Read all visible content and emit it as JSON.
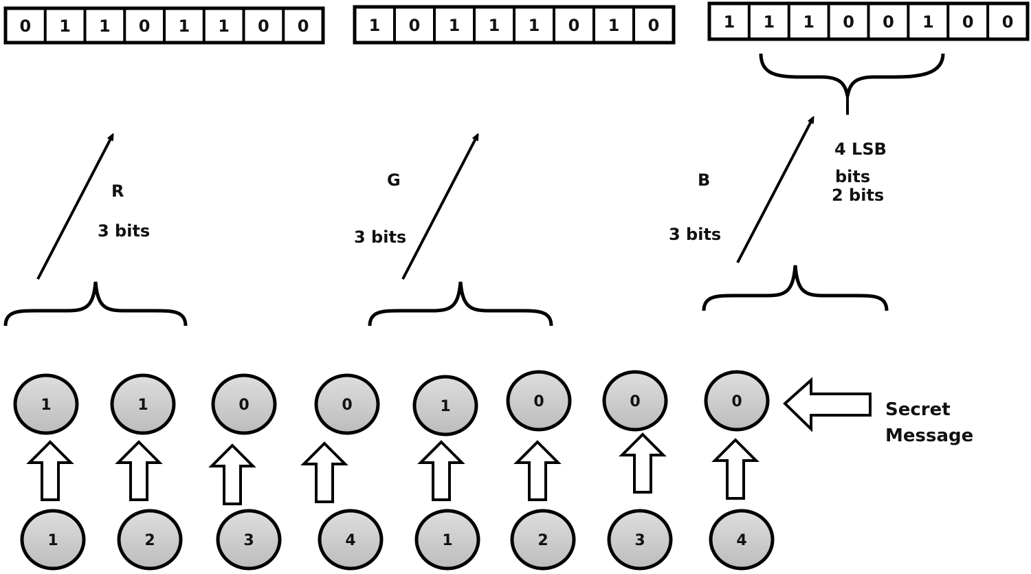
{
  "channels": [
    {
      "name": "R",
      "bits_label": "3 bits",
      "byte": [
        "0",
        "1",
        "1",
        "0",
        "1",
        "1",
        "0",
        "0"
      ]
    },
    {
      "name": "G",
      "bits_label": "3 bits",
      "byte": [
        "1",
        "0",
        "1",
        "1",
        "1",
        "0",
        "1",
        "0"
      ]
    },
    {
      "name": "B",
      "bits_label": "3 bits",
      "byte": [
        "1",
        "1",
        "1",
        "0",
        "0",
        "1",
        "0",
        "0"
      ]
    }
  ],
  "lsb_note": {
    "line1": "4 LSB",
    "line2": "bits",
    "line3": "2 bits"
  },
  "secret_message_bits": [
    "1",
    "1",
    "0",
    "0",
    "1",
    "0",
    "0",
    "0"
  ],
  "position_indices": [
    "1",
    "2",
    "3",
    "4",
    "1",
    "2",
    "3",
    "4"
  ],
  "secret_message_label": {
    "line1": "Secret",
    "line2": "Message"
  },
  "colors": {
    "stroke": "#000000",
    "circle_fill_top": "#dcdcdc",
    "circle_fill_bottom": "#bdbdbd",
    "background": "#ffffff"
  }
}
